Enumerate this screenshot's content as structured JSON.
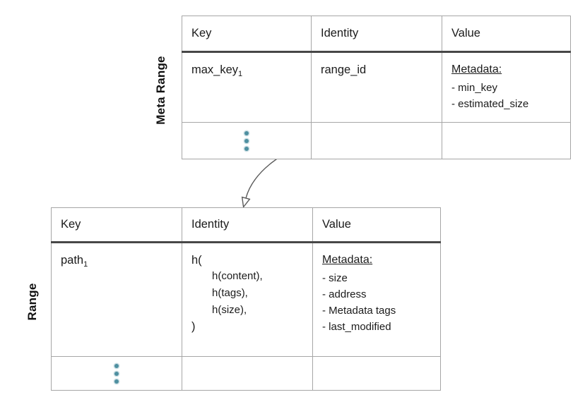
{
  "colors": {
    "dots": "#4e8fa0",
    "arrow": "#5a5a5a",
    "border": "#a6a6a6",
    "header_rule": "#474747"
  },
  "meta_range": {
    "label": "Meta Range",
    "headers": [
      "Key",
      "Identity",
      "Value"
    ],
    "row": {
      "key_base": "max_key",
      "key_sub": "1",
      "identity": "range_id",
      "value_title": "Metadata:",
      "value_items": [
        "- min_key",
        "- estimated_size"
      ]
    },
    "ellipsis_icon": "vertical-ellipsis"
  },
  "range": {
    "label": "Range",
    "headers": [
      "Key",
      "Identity",
      "Value"
    ],
    "row": {
      "key_base": "path",
      "key_sub": "1",
      "identity_open": "h(",
      "identity_args": [
        "h(content),",
        "h(tags),",
        "h(size),"
      ],
      "identity_close": ")",
      "value_title": "Metadata:",
      "value_items": [
        "- size",
        "- address",
        "- Metadata tags",
        "- last_modified"
      ]
    },
    "ellipsis_icon": "vertical-ellipsis"
  }
}
